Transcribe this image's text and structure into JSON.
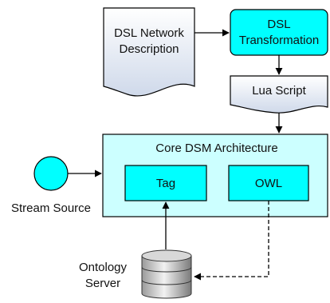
{
  "nodes": {
    "dsl_description": {
      "lines": [
        "DSL Network",
        "Description"
      ]
    },
    "dsl_transformation": {
      "lines": [
        "DSL",
        "Transformation"
      ]
    },
    "lua_script": {
      "label": "Lua Script"
    },
    "core_architecture": {
      "title": "Core DSM Architecture"
    },
    "tag": {
      "label": "Tag"
    },
    "owl": {
      "label": "OWL"
    },
    "stream_source": {
      "label": "Stream Source"
    },
    "ontology_server": {
      "lines": [
        "Ontology",
        "Server"
      ]
    }
  },
  "colors": {
    "cyan_fill": "#00ffff",
    "light_cyan_fill": "#ccffff",
    "document_fill": "#dfe7f3",
    "stroke": "#000000"
  }
}
